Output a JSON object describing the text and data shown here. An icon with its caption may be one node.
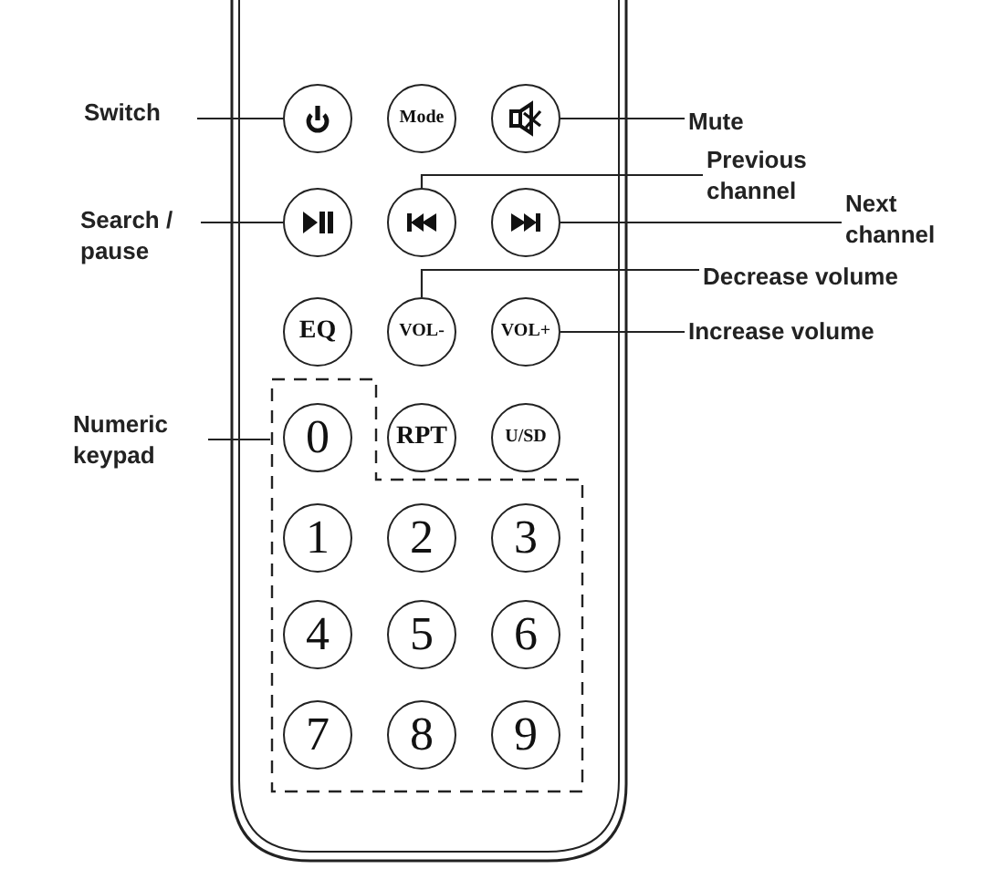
{
  "diagram": {
    "nodes": [
      {
        "text": [
          "Switch"
        ]
      },
      {
        "text": [],
        "shape": "circle"
      },
      {
        "text": [
          "Mode"
        ]
      },
      {
        "text": [],
        "shape": "circle"
      },
      {
        "text": [
          "Mute"
        ]
      },
      {
        "text": [
          "Previous channel"
        ]
      },
      {
        "text": [
          "Search / pause"
        ]
      },
      {
        "text": [],
        "shape": "circle"
      },
      {
        "text": [],
        "shape": "circle"
      },
      {
        "text": [],
        "shape": "circle"
      },
      {
        "text": [
          "Next channel"
        ]
      },
      {
        "text": [
          "Decrease volume"
        ]
      },
      {
        "text": [
          "EQ"
        ]
      },
      {
        "text": [
          "VOL-"
        ]
      },
      {
        "text": [
          "VOL+"
        ]
      },
      {
        "text": [
          "Increase volume"
        ]
      },
      {
        "text": [
          "Numeric keypad"
        ]
      },
      {
        "text": [],
        "shape": "box"
      },
      {
        "text": [
          "0"
        ],
        "in": 17
      },
      {
        "text": [
          "RPT"
        ]
      },
      {
        "text": [
          "U/SD"
        ]
      },
      {
        "text": [
          "1"
        ],
        "in": 17
      },
      {
        "text": [
          "2"
        ],
        "in": 17
      },
      {
        "text": [
          "3"
        ],
        "in": 17
      },
      {
        "text": [
          "4"
        ],
        "in": 17
      },
      {
        "text": [
          "5"
        ],
        "in": 17
      },
      {
        "text": [
          "6"
        ],
        "in": 17
      },
      {
        "text": [
          "7"
        ],
        "in": 17
      },
      {
        "text": [
          "8"
        ],
        "in": 17
      },
      {
        "text": [
          "9"
        ],
        "in": 17
      }
    ],
    "edges": [
      {
        "from": 0,
        "to": 1,
        "arrow": "none"
      },
      {
        "from": 4,
        "to": 3,
        "arrow": "none"
      },
      {
        "from": 5,
        "to": 8,
        "arrow": "none"
      },
      {
        "from": 6,
        "to": 7,
        "arrow": "none"
      },
      {
        "from": 10,
        "to": 9,
        "arrow": "none"
      },
      {
        "from": 11,
        "to": 13,
        "arrow": "none"
      },
      {
        "from": 15,
        "to": 14,
        "arrow": "none"
      },
      {
        "from": 16,
        "to": 17,
        "arrow": "none"
      }
    ]
  }
}
